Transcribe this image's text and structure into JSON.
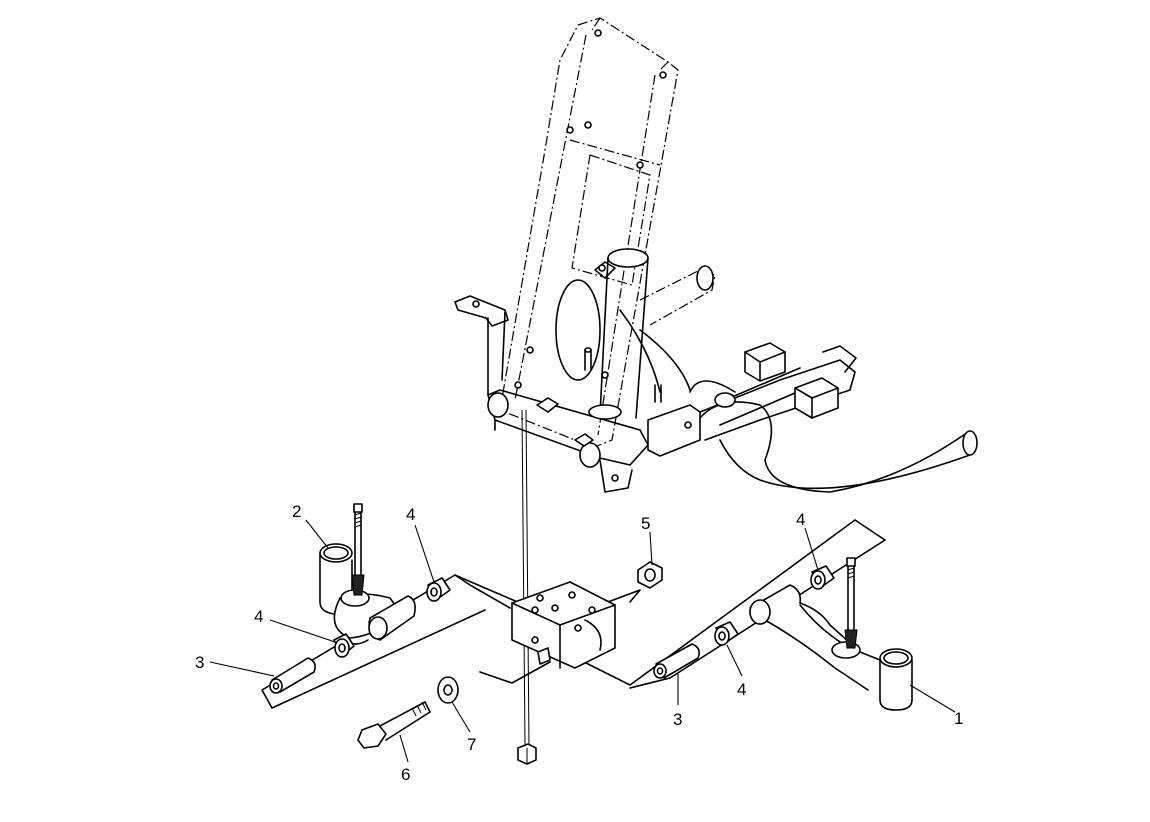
{
  "diagram": {
    "callouts": [
      {
        "id": "c1",
        "label": "1"
      },
      {
        "id": "c2",
        "label": "2"
      },
      {
        "id": "c3a",
        "label": "3"
      },
      {
        "id": "c3b",
        "label": "3"
      },
      {
        "id": "c4a",
        "label": "4"
      },
      {
        "id": "c4b",
        "label": "4"
      },
      {
        "id": "c4c",
        "label": "4"
      },
      {
        "id": "c4d",
        "label": "4"
      },
      {
        "id": "c5",
        "label": "5"
      },
      {
        "id": "c6",
        "label": "6"
      },
      {
        "id": "c7",
        "label": "7"
      }
    ]
  }
}
